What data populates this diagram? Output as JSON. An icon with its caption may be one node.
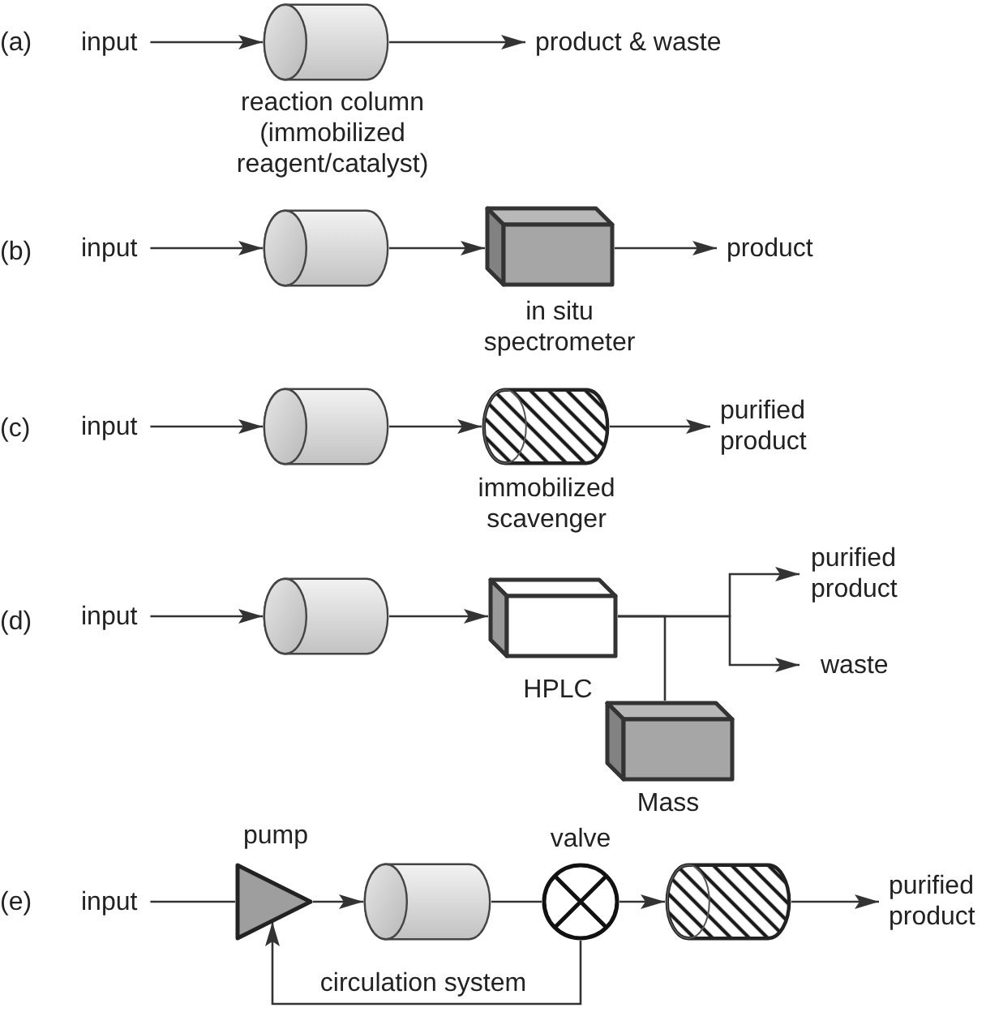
{
  "diagram": {
    "nodes": [
      {
        "text": [
          "input"
        ]
      },
      {
        "text": [],
        "shape": "cylinder",
        "beside": [
          "reaction column (immobilized reagent/catalyst)"
        ]
      },
      {
        "text": [
          "product & waste"
        ]
      },
      {
        "text": [
          "input"
        ]
      },
      {
        "text": [],
        "shape": "cylinder"
      },
      {
        "text": [],
        "shape": "box",
        "beside": [
          "in situ spectrometer"
        ]
      },
      {
        "text": [
          "product"
        ]
      },
      {
        "text": [
          "input"
        ]
      },
      {
        "text": [],
        "shape": "cylinder"
      },
      {
        "text": [],
        "shape": "cylinder",
        "beside": [
          "immobilized scavenger"
        ]
      },
      {
        "text": [
          "purified product"
        ]
      },
      {
        "text": [
          "input"
        ]
      },
      {
        "text": [],
        "shape": "cylinder"
      },
      {
        "text": [],
        "shape": "box",
        "beside": [
          "HPLC"
        ]
      },
      {
        "text": [],
        "shape": "box",
        "beside": [
          "Mass"
        ]
      },
      {
        "text": [
          "purified product"
        ]
      },
      {
        "text": [
          "waste"
        ]
      },
      {
        "text": [
          "input"
        ]
      },
      {
        "text": [],
        "shape": "triangle",
        "beside": [
          "pump"
        ]
      },
      {
        "text": [],
        "shape": "cylinder"
      },
      {
        "text": [],
        "shape": "circle",
        "beside": [
          "valve"
        ]
      },
      {
        "text": [],
        "shape": "cylinder"
      },
      {
        "text": [
          "purified product"
        ]
      }
    ],
    "edges": [
      {
        "from": 0,
        "to": 1,
        "arrow": "to"
      },
      {
        "from": 1,
        "to": 2,
        "arrow": "to"
      },
      {
        "from": 3,
        "to": 4,
        "arrow": "to"
      },
      {
        "from": 4,
        "to": 5,
        "arrow": "to"
      },
      {
        "from": 5,
        "to": 6,
        "arrow": "to"
      },
      {
        "from": 7,
        "to": 8,
        "arrow": "to"
      },
      {
        "from": 8,
        "to": 9,
        "arrow": "to"
      },
      {
        "from": 9,
        "to": 10,
        "arrow": "to"
      },
      {
        "from": 11,
        "to": 12,
        "arrow": "to"
      },
      {
        "from": 12,
        "to": 13,
        "arrow": "to"
      },
      {
        "from": 13,
        "to": 15,
        "arrow": "to"
      },
      {
        "from": 13,
        "to": 16,
        "arrow": "to"
      },
      {
        "from": 13,
        "to": 14,
        "arrow": "none"
      },
      {
        "from": 17,
        "to": 18,
        "arrow": "none"
      },
      {
        "from": 18,
        "to": 19,
        "arrow": "to"
      },
      {
        "from": 19,
        "to": 20,
        "arrow": "none"
      },
      {
        "from": 20,
        "to": 21,
        "arrow": "to"
      },
      {
        "from": 21,
        "to": 22,
        "arrow": "to"
      },
      {
        "from": 20,
        "to": 18,
        "arrow": "to",
        "label": "circulation system"
      }
    ],
    "labels": [
      "(a)",
      "(b)",
      "(c)",
      "(d)",
      "(e)"
    ]
  }
}
